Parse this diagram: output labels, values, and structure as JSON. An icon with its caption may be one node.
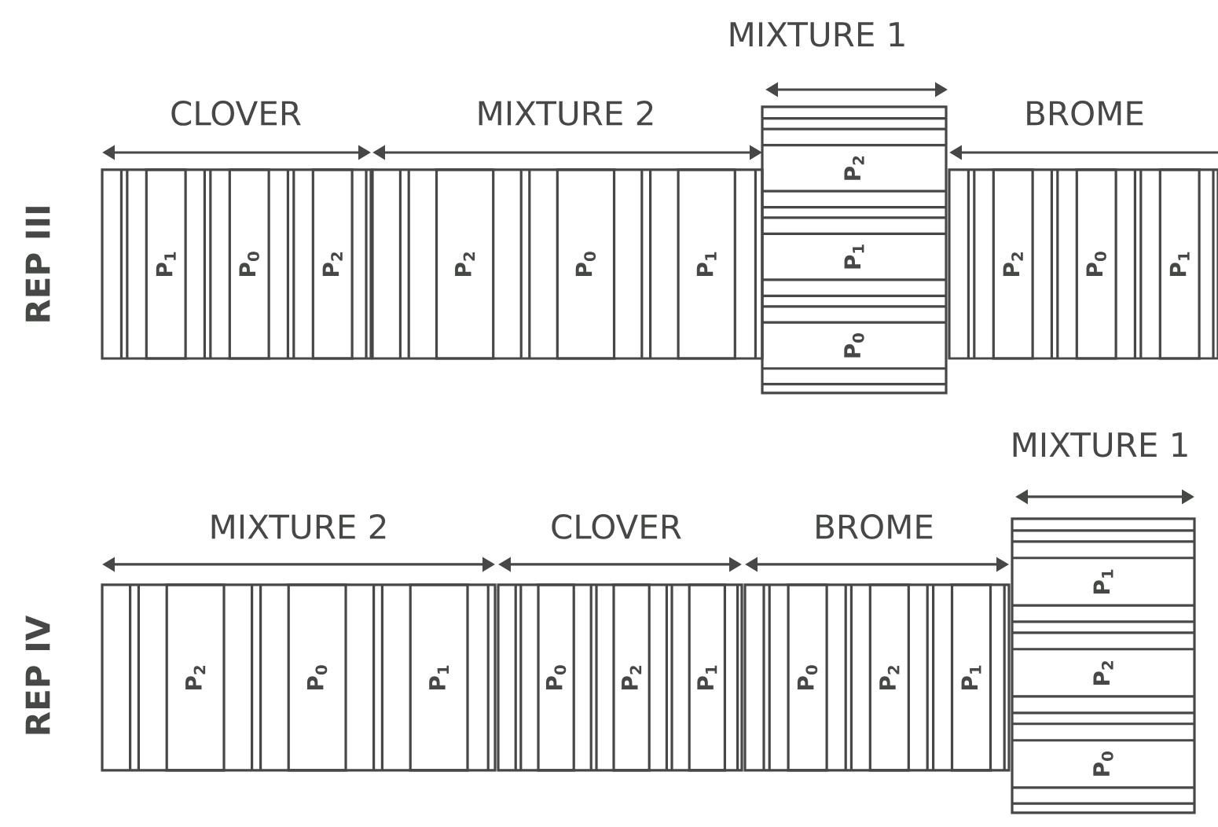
{
  "diagram": {
    "nodes": [
      {
        "text": [
          "P$_{1}$"
        ]
      },
      {
        "text": [
          "P$_{0}$"
        ]
      },
      {
        "text": [
          "P$_{2}$"
        ]
      },
      {
        "text": [
          "P$_{2}$"
        ]
      },
      {
        "text": [
          "P$_{0}$"
        ]
      },
      {
        "text": [
          "P$_{1}$"
        ]
      },
      {
        "text": [
          "P$_{2}$"
        ]
      },
      {
        "text": [
          "P$_{1}$"
        ]
      },
      {
        "text": [
          "P$_{0}$"
        ]
      },
      {
        "text": [
          "P$_{2}$"
        ]
      },
      {
        "text": [
          "P$_{0}$"
        ]
      },
      {
        "text": [
          "P$_{1}$"
        ]
      },
      {
        "text": [
          "P$_{2}$"
        ]
      },
      {
        "text": [
          "P$_{0}$"
        ]
      },
      {
        "text": [
          "P$_{1}$"
        ]
      },
      {
        "text": [
          "P$_{0}$"
        ]
      },
      {
        "text": [
          "P$_{2}$"
        ]
      },
      {
        "text": [
          "P$_{1}$"
        ]
      },
      {
        "text": [
          "P$_{0}$"
        ]
      },
      {
        "text": [
          "P$_{2}$"
        ]
      },
      {
        "text": [
          "P$_{1}$"
        ]
      },
      {
        "text": [
          "P$_{1}$"
        ]
      },
      {
        "text": [
          "P$_{2}$"
        ]
      },
      {
        "text": [
          "P$_{0}$"
        ]
      }
    ],
    "labels": [
      "MIXTURE 1",
      "CLOVER",
      "MIXTURE 2",
      "BROME",
      "REP III",
      "MIXTURE 1",
      "MIXTURE 2",
      "CLOVER",
      "BROME",
      "REP IV"
    ]
  }
}
